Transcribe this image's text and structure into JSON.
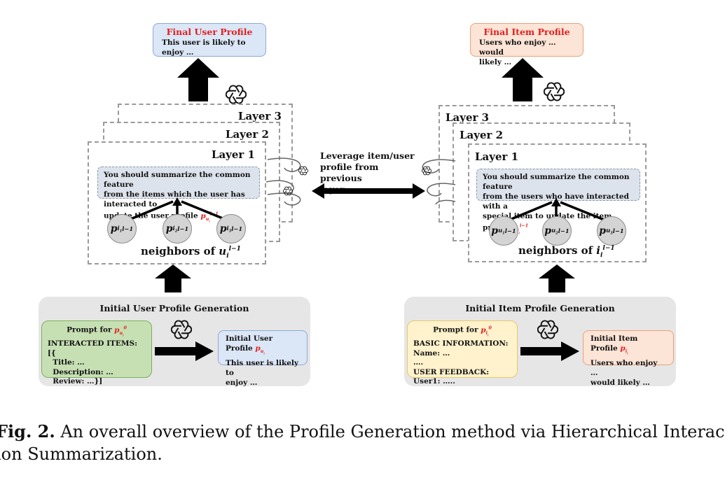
{
  "left": {
    "final": {
      "title": "Final User Profile",
      "text": "This user is likely to enjoy …"
    },
    "layers": [
      "Layer 3",
      "Layer 2",
      "Layer 1"
    ],
    "prompt": [
      "You should summarize the common feature",
      "from the items which the user has interacted to",
      "update the user profile"
    ],
    "prompt_var": "p",
    "prompt_var_sub": "u",
    "prompt_var_subsub": "i",
    "prompt_var_sup": "l−1",
    "neighbors": [
      {
        "base": "p",
        "sub": "i",
        "subsub": "1",
        "sup": "l−1"
      },
      {
        "base": "p",
        "sub": "i",
        "subsub": "2",
        "sup": "l−1"
      },
      {
        "base": "p",
        "sub": "i",
        "subsub": "3",
        "sup": "l−1"
      }
    ],
    "neighbors_label": "neighbors of",
    "neighbors_var": "u",
    "neighbors_var_sub": "i",
    "neighbors_var_sup": "l−1",
    "init": {
      "title": "Initial User Profile Generation",
      "prompt_title": "Prompt for",
      "prompt_var": "p",
      "prompt_var_sub": "u",
      "prompt_var_subsub": "i",
      "prompt_var_sup": "0",
      "lines": [
        "INTERACTED ITEMS:",
        "[{",
        "  Title: …",
        "  Description: …",
        "  Review: …}]"
      ],
      "out_title": "Initial User Profile",
      "out_var": "p",
      "out_var_sub": "u",
      "out_var_subsub": "i",
      "out_text": [
        "This user is likely to",
        "enjoy …"
      ]
    }
  },
  "right": {
    "final": {
      "title": "Final Item Profile",
      "text": [
        "Users who enjoy … would",
        "likely …"
      ]
    },
    "layers": [
      "Layer 3",
      "Layer 2",
      "Layer 1"
    ],
    "prompt": [
      "You should summarize the common feature",
      "from the users who have interacted with a",
      "special item to update the item profile"
    ],
    "prompt_var": "p",
    "prompt_var_sub": "i",
    "prompt_var_subsub": "i",
    "prompt_var_sup": "l−1",
    "neighbors": [
      {
        "base": "p",
        "sub": "u",
        "subsub": "1",
        "sup": "l−1"
      },
      {
        "base": "p",
        "sub": "u",
        "subsub": "2",
        "sup": "l−1"
      },
      {
        "base": "p",
        "sub": "u",
        "subsub": "3",
        "sup": "l−1"
      }
    ],
    "neighbors_label": "neighbors of",
    "neighbors_var": "i",
    "neighbors_var_sub": "i",
    "neighbors_var_sup": "l−1",
    "init": {
      "title": "Initial Item Profile Generation",
      "prompt_title": "Prompt for",
      "prompt_var": "p",
      "prompt_var_sub": "i",
      "prompt_var_subsub": "i",
      "prompt_var_sup": "0",
      "lines": [
        "BASIC INFORMATION:",
        "Name: …",
        "….",
        "USER FEEDBACK:",
        "User1: ….."
      ],
      "out_title": "Initial Item Profile",
      "out_var": "p",
      "out_var_sub": "i",
      "out_var_subsub": "i",
      "out_text": [
        "Users who enjoy …",
        "would likely …"
      ]
    }
  },
  "middle": {
    "leverage": [
      "Leverage item/user",
      "profile from previous",
      "layer"
    ]
  },
  "icons": {
    "logo": "openai-logo-icon",
    "up_arrow": "up-arrow-icon",
    "right_arrow": "right-arrow-icon",
    "double_arrow": "double-arrow-icon",
    "loop_arrow": "loop-arrow-icon"
  },
  "colors": {
    "accent_red": "#e02020",
    "user_final": "#dbe6f6",
    "item_final": "#fce4d6",
    "user_prompt": "#c6e0b4",
    "item_prompt": "#fff2cc"
  },
  "caption": {
    "label": "Fig. 2.",
    "line1": "An overall overview of the Profile Generation method via Hierarchical Interac",
    "line2": "ion Summarization."
  }
}
